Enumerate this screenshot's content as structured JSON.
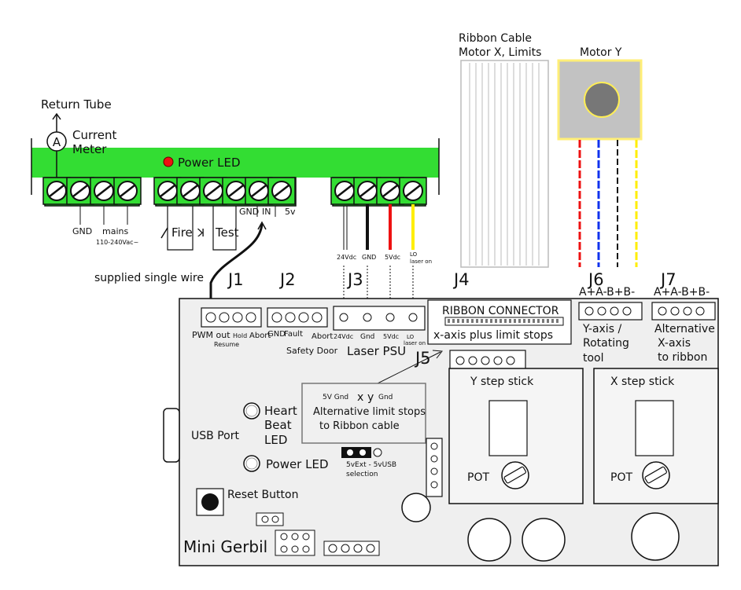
{
  "psu": {
    "return_tube": "Return Tube",
    "meter_symbol": "A",
    "meter_line1": "Current",
    "meter_line2": "Meter",
    "power_led": "Power LED",
    "gnd": "GND",
    "mains": "mains",
    "mains_range": "110-240Vac~",
    "fire": "Fire",
    "test": "Test",
    "in_gnd": "GND",
    "in_in": "IN",
    "in_5v": "5v",
    "out_24": "24Vdc",
    "out_gnd": "GND",
    "out_5v": "5Vdc",
    "out_lo": "LO",
    "out_lo2": "laser on",
    "supplied_wire": "supplied single wire"
  },
  "ribbon": {
    "line1": "Ribbon Cable",
    "line2": "Motor X, Limits"
  },
  "motor_y": {
    "title": "Motor Y"
  },
  "board": {
    "headers": {
      "j1": "J1",
      "j2": "J2",
      "j3": "J3",
      "j4": "J4",
      "j5": "J5",
      "j6": "J6",
      "j7": "J7"
    },
    "j1": {
      "pwm": "PWM out",
      "resume": "Resume",
      "hold": "Hold",
      "abort": "Abort"
    },
    "j2": {
      "gnd": "GND",
      "fault": "Fault",
      "abort": "Abort",
      "safety": "Safety Door"
    },
    "j3": {
      "v24": "24Vdc",
      "gnd": "Gnd",
      "v5": "5Vdc",
      "lo": "LO",
      "lo2": "laser on",
      "title": "Laser PSU"
    },
    "j4": {
      "title": "RIBBON CONNECTOR",
      "sub": "x-axis plus limit stops"
    },
    "j6": {
      "pins": "A+A-B+B-",
      "line1": "Y-axis /",
      "line2": "Rotating",
      "line3": "tool"
    },
    "j7": {
      "pins": "A+A-B+B-",
      "line1": "Alternative",
      "line2": "X-axis",
      "line3": "to ribbon"
    },
    "j5": {
      "pins": "5V Gnd",
      "x": "x",
      "y": "y",
      "gnd": "Gnd",
      "line1": "Alternative limit stops",
      "line2": "to Ribbon cable"
    },
    "heart1": "Heart",
    "heart2": "Beat",
    "heart3": "LED",
    "usb": "USB Port",
    "power_led": "Power LED",
    "jumper1": "5vExt - 5vUSB",
    "jumper2": "selection",
    "reset": "Reset Button",
    "name": "Mini Gerbil",
    "y_step": "Y step stick",
    "x_step": "X step stick",
    "pot": "POT"
  },
  "colors": {
    "psu_green": "#33dd33",
    "wire_red": "#ee1111",
    "wire_blue": "#1133ee",
    "wire_yellow": "#ffee00",
    "board_grey": "#efefef"
  }
}
